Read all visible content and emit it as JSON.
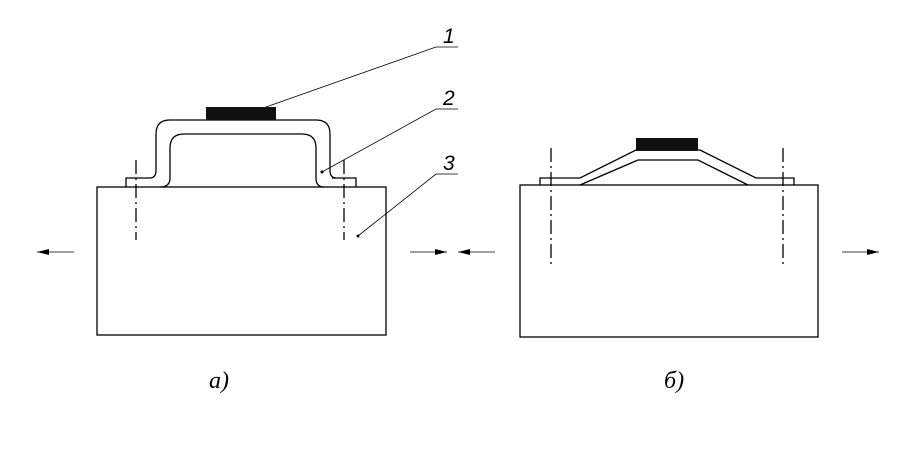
{
  "callouts": {
    "one": "1",
    "two": "2",
    "three": "3"
  },
  "captions": {
    "a": "а)",
    "b": "б)"
  }
}
